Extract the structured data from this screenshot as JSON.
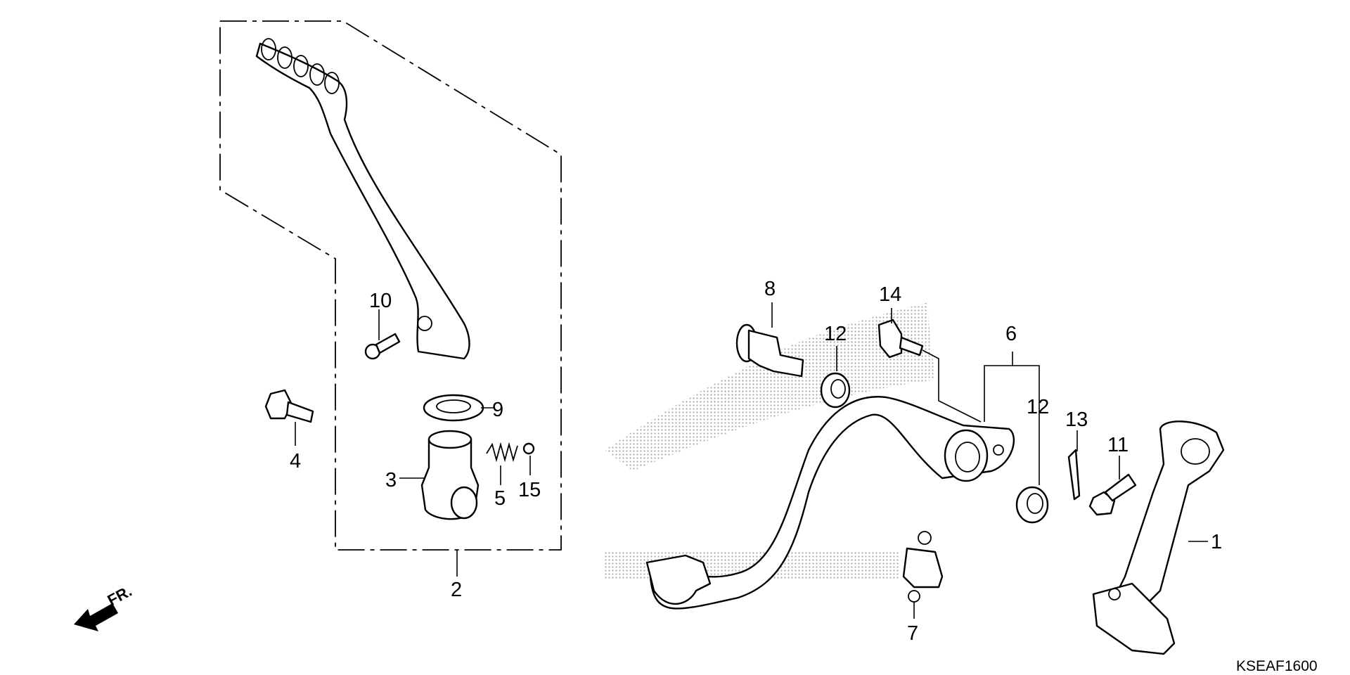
{
  "diagram": {
    "callouts": [
      {
        "id": "1",
        "label": "1"
      },
      {
        "id": "2",
        "label": "2"
      },
      {
        "id": "3",
        "label": "3"
      },
      {
        "id": "4",
        "label": "4"
      },
      {
        "id": "5",
        "label": "5"
      },
      {
        "id": "6",
        "label": "6"
      },
      {
        "id": "7",
        "label": "7"
      },
      {
        "id": "8",
        "label": "8"
      },
      {
        "id": "9",
        "label": "9"
      },
      {
        "id": "10",
        "label": "10"
      },
      {
        "id": "11",
        "label": "11"
      },
      {
        "id": "12a",
        "label": "12"
      },
      {
        "id": "12b",
        "label": "12"
      },
      {
        "id": "13",
        "label": "13"
      },
      {
        "id": "14",
        "label": "14"
      },
      {
        "id": "15",
        "label": "15"
      }
    ],
    "direction_label": "FR.",
    "diagram_code": "KSEAF1600",
    "watermark_icon": "wing-logo-icon"
  }
}
